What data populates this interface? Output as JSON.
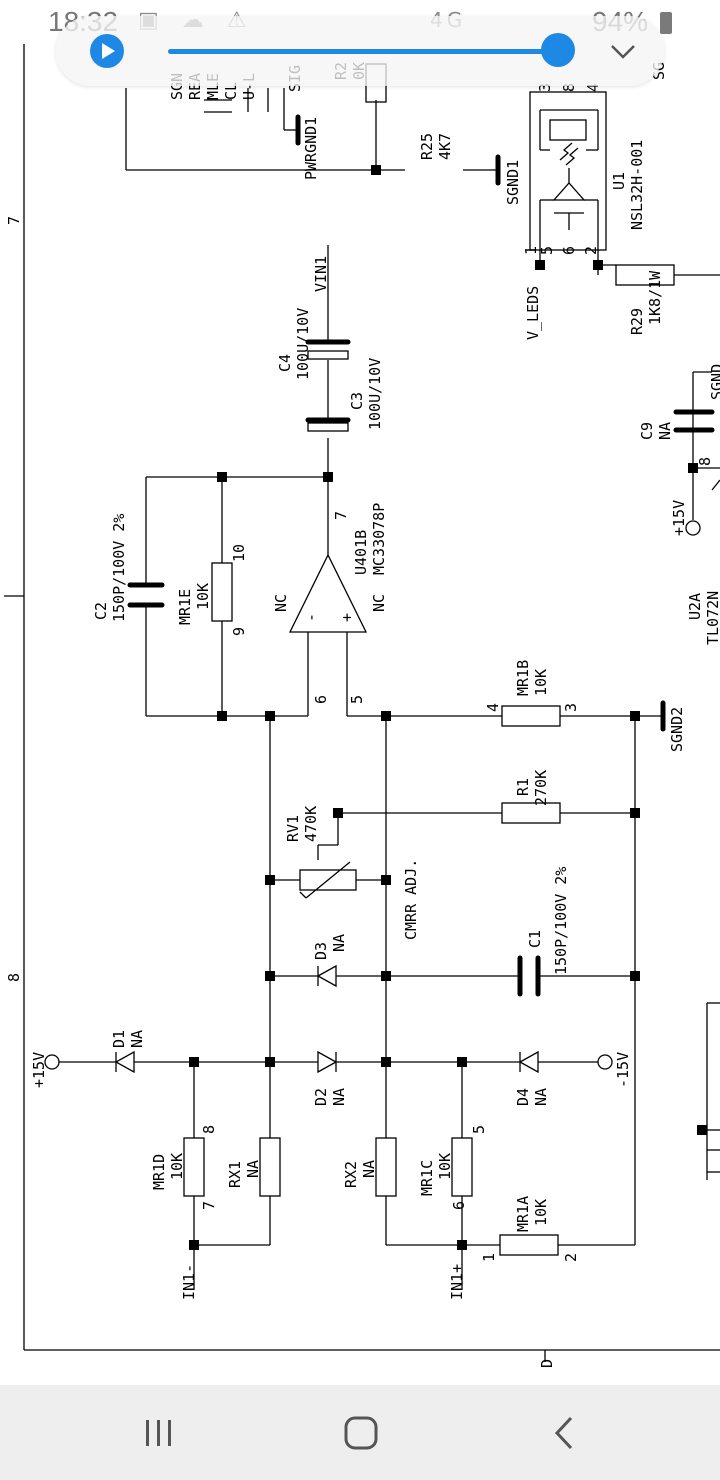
{
  "status_bar": {
    "time": "18:32",
    "left_icons": "▣ ☁ ⚠",
    "network": "4G",
    "battery": "94%"
  },
  "media_player": {
    "progress": 0.99,
    "accent_color": "#1e88e5",
    "icons": [
      "play-icon",
      "chevron-down-icon"
    ]
  },
  "nav_bar": {
    "icons": [
      "recent-apps-icon",
      "home-icon",
      "back-icon"
    ]
  },
  "schematic": {
    "zone_labels": [
      "7",
      "8",
      "D"
    ],
    "components": {
      "d1": [
        "D1",
        "NA"
      ],
      "d2": [
        "D2",
        "NA"
      ],
      "d3": [
        "D3",
        "NA"
      ],
      "d4": [
        "D4",
        "NA"
      ],
      "rx1": [
        "RX1",
        "NA"
      ],
      "rx2": [
        "RX2",
        "NA"
      ],
      "mr1d": [
        "MR1D",
        "10K"
      ],
      "mr1c": [
        "MR1C",
        "10K"
      ],
      "mr1a": [
        "MR1A",
        "10K"
      ],
      "mr1b": [
        "MR1B",
        "10K"
      ],
      "mr1e": [
        "MR1E",
        "10K"
      ],
      "c1": [
        "C1",
        "150P/100V 2%"
      ],
      "c2": [
        "C2",
        "150P/100V 2%"
      ],
      "c3": [
        "C3",
        "100U/10V"
      ],
      "c4": [
        "C4",
        "100U/10V"
      ],
      "r1": [
        "R1",
        "270K"
      ],
      "rv1": [
        "RV1",
        "470K"
      ],
      "r25": [
        "R25",
        "4K7"
      ],
      "r29": [
        "R29",
        "1K8/1W"
      ],
      "c9": [
        "C9",
        "NA"
      ],
      "u401b": [
        "U401B",
        "MC33078P"
      ],
      "u1": [
        "U1",
        "NSL32H-001"
      ],
      "u2a": [
        "U2A",
        "TL072N"
      ]
    },
    "labels": {
      "cmrr": "CMRR ADJ.",
      "plus15": "+15V",
      "minus15": "-15V",
      "in1m": "IN1-",
      "in1p": "IN1+",
      "sgnd1": "SGND1",
      "sgnd2": "SGND2",
      "pwrgnd1": "PWRGND1",
      "vin1": "VIN1",
      "vleds": "V_LEDS",
      "nc": "NC",
      "pin_minus": "-",
      "pin_plus": "+",
      "header_stack": [
        "SGN",
        "REA",
        "MLE",
        "CL",
        "U-L"
      ],
      "r2_partial": [
        "R2",
        "0K"
      ],
      "sig_partial": "SIG",
      "sg_partial": "SG",
      "sgnd_partial": "SGND",
      "u1_pins_top": [
        "3",
        "8",
        "4"
      ],
      "pins": {
        "mr1e_10": "10",
        "mr1e_9": "9",
        "op_7": "7",
        "op_6": "6",
        "op_5": "5",
        "mr1b_4": "4",
        "mr1b_3": "3",
        "mr1d_8": "8",
        "mr1d_7": "7",
        "mr1c_5": "5",
        "mr1c_6": "6",
        "mr1a_1": "1",
        "mr1a_2": "2",
        "u1_1": "1",
        "u1_5": "5",
        "u1_6": "6",
        "u1_2": "2",
        "u2_8": "8"
      }
    }
  }
}
